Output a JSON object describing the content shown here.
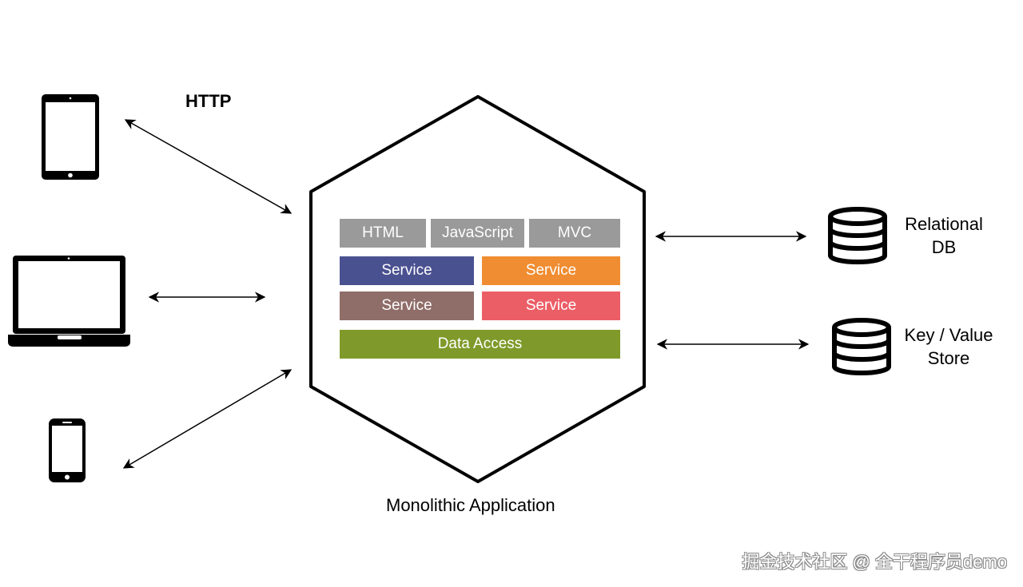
{
  "labels": {
    "http": "HTTP",
    "app": "Monolithic Application",
    "relational_db": "Relational DB",
    "kv_store": "Key / Value Store",
    "watermark": "掘金技术社区 @ 全干程序员demo"
  },
  "layers": {
    "html": "HTML",
    "javascript": "JavaScript",
    "mvc": "MVC",
    "service_1": "Service",
    "service_2": "Service",
    "service_3": "Service",
    "service_4": "Service",
    "data_access": "Data Access"
  },
  "colors": {
    "ui_layer": "#9a9a9a",
    "service_blue": "#4a5191",
    "service_orange": "#f08d32",
    "service_brown": "#8f6d68",
    "service_red": "#ec5e66",
    "data_access": "#7f9a2a"
  },
  "icons": {
    "tablet": "tablet-icon",
    "laptop": "laptop-icon",
    "phone": "phone-icon",
    "relational_db": "database-icon",
    "kv_store": "database-icon"
  }
}
